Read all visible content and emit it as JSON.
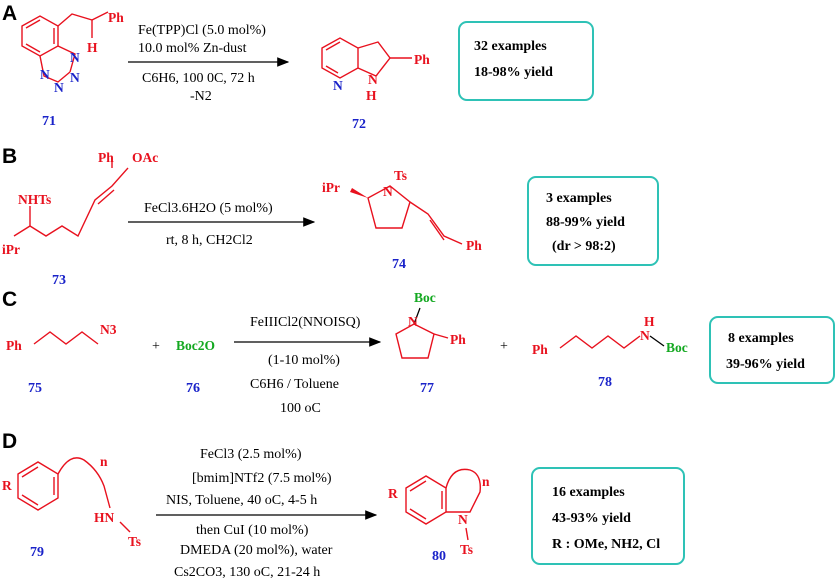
{
  "panels": [
    {
      "label": "A",
      "reactant_number": "71",
      "product_number": "72",
      "conditions_above": [
        "Fe(TPP)Cl (5.0 mol%)",
        "10.0 mol% Zn-dust"
      ],
      "conditions_below": [
        "C6H6, 100 0C, 72 h",
        "-N2"
      ],
      "result": [
        "32 examples",
        "18-98% yield"
      ]
    },
    {
      "label": "B",
      "reactant_number": "73",
      "product_number": "74",
      "conditions_above": [
        "FeCl3.6H2O (5 mol%)"
      ],
      "conditions_below": [
        "rt, 8 h, CH2Cl2"
      ],
      "result": [
        "3 examples",
        "88-99% yield",
        "(dr > 98:2)"
      ]
    },
    {
      "label": "C",
      "reactant_numbers": [
        "75",
        "76"
      ],
      "product_numbers": [
        "77",
        "78"
      ],
      "reagent": "Boc2O",
      "conditions_above": [
        "FeIIICl2(NNOISQ)"
      ],
      "conditions_below": [
        "(1-10 mol%)",
        "C6H6 / Toluene",
        "100 oC"
      ],
      "result": [
        "8 examples",
        "39-96% yield"
      ]
    },
    {
      "label": "D",
      "reactant_number": "79",
      "product_number": "80",
      "conditions_above": [
        "FeCl3 (2.5 mol%)",
        "[bmim]NTf2 (7.5 mol%)",
        "NIS, Toluene, 40 oC, 4-5 h"
      ],
      "conditions_below": [
        "then CuI (10 mol%)",
        "DMEDA (20 mol%), water",
        "Cs2CO3, 130 oC, 21-24 h"
      ],
      "result": [
        "16 examples",
        "43-93% yield",
        "R : OMe, NH2, Cl"
      ]
    }
  ],
  "atoms": {
    "Ph": "Ph",
    "H": "H",
    "N": "N",
    "NH": "NH",
    "NHTs": "NHTs",
    "OAc": "OAc",
    "iPr": "iPr",
    "Ts": "Ts",
    "N3": "N3",
    "Boc": "Boc",
    "R": "R",
    "n": "n",
    "HN": "HN"
  },
  "colors": {
    "label": "#000000",
    "structure": "#e8111e",
    "number": "#1a23c9",
    "reagent": "#13a820",
    "box_border": "#2ec2b6"
  }
}
